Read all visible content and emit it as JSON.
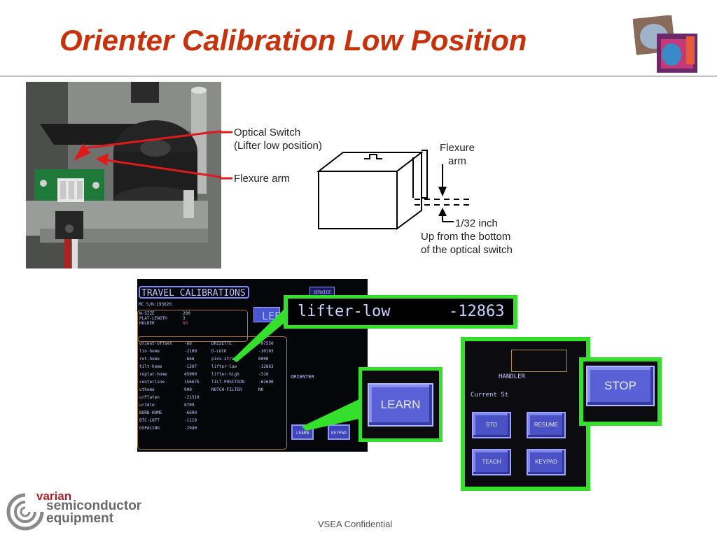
{
  "slide": {
    "title": "Orienter Calibration Low Position",
    "footer": "VSEA Confidential"
  },
  "logo": {
    "line1": "varian",
    "line2": "semiconductor",
    "line3": "equipment"
  },
  "photo_callouts": {
    "optical_switch_line1": "Optical Switch",
    "optical_switch_line2": "(Lifter low position)",
    "flexure_arm": "Flexure arm"
  },
  "diagram": {
    "flexure_line1": "Flexure",
    "flexure_line2": "arm",
    "gap": "1/32 inch",
    "note_line1": "Up from the bottom",
    "note_line2": "of the optical switch"
  },
  "screen": {
    "title": "TRAVEL CALIBRATIONS",
    "service_button": "SERVICE",
    "serial": "MC S/N:193020",
    "info": [
      {
        "label": "W-SIZE",
        "value": "200"
      },
      {
        "label": "PLAT-LENGTH",
        "value": "3"
      },
      {
        "label": "HOLDER",
        "value": "NO"
      }
    ],
    "left_label": "LEFT",
    "orienter_label": "ORIENTER",
    "learn_small": "LEARN",
    "keypad_small": "KEYPAD",
    "col1": [
      {
        "label": "orient-offset",
        "value": "-60"
      },
      {
        "label": "lin-home",
        "value": "-2100"
      },
      {
        "label": "rot-home",
        "value": "-666"
      },
      {
        "label": "tilt-home",
        "value": "-1307"
      },
      {
        "label": "roplat-home",
        "value": "45000"
      },
      {
        "label": "centerline",
        "value": "156675"
      },
      {
        "label": "uthome",
        "value": "900"
      },
      {
        "label": "urPlaten",
        "value": "-21510"
      },
      {
        "label": "urIdle",
        "value": "8709"
      },
      {
        "label": "BURD-HOME",
        "value": "-6600"
      },
      {
        "label": "BTC-LOFT",
        "value": "-1110"
      },
      {
        "label": "OSPACING",
        "value": "-2940"
      }
    ],
    "col2": [
      {
        "label": "DRISETTE",
        "value": "-07550"
      },
      {
        "label": "D-LOCK",
        "value": "-10103"
      },
      {
        "label": "pins-stroke",
        "value": "6000"
      },
      {
        "label": "lifter-low",
        "value": "-12863"
      },
      {
        "label": "lifter-high",
        "value": "-316"
      },
      {
        "label": "TILT-POSITION",
        "value": "-62690"
      },
      {
        "label": "NOTCH-FILTER",
        "value": "NO"
      }
    ]
  },
  "highlight": {
    "lifter_label": "lifter-low",
    "lifter_value": "-12863",
    "learn_button": "LEARN"
  },
  "handler": {
    "label": "HANDLER",
    "current_state": "Current St",
    "stop_small": "STO",
    "resume": "RESUME",
    "teach": "TEACH",
    "keypad": "KEYPAD",
    "stop_button": "STOP"
  },
  "colors": {
    "title": "#c8320a",
    "highlight_green": "#34e02c",
    "arrow_red": "#e01a1a",
    "screen_bg": "#05060a"
  }
}
